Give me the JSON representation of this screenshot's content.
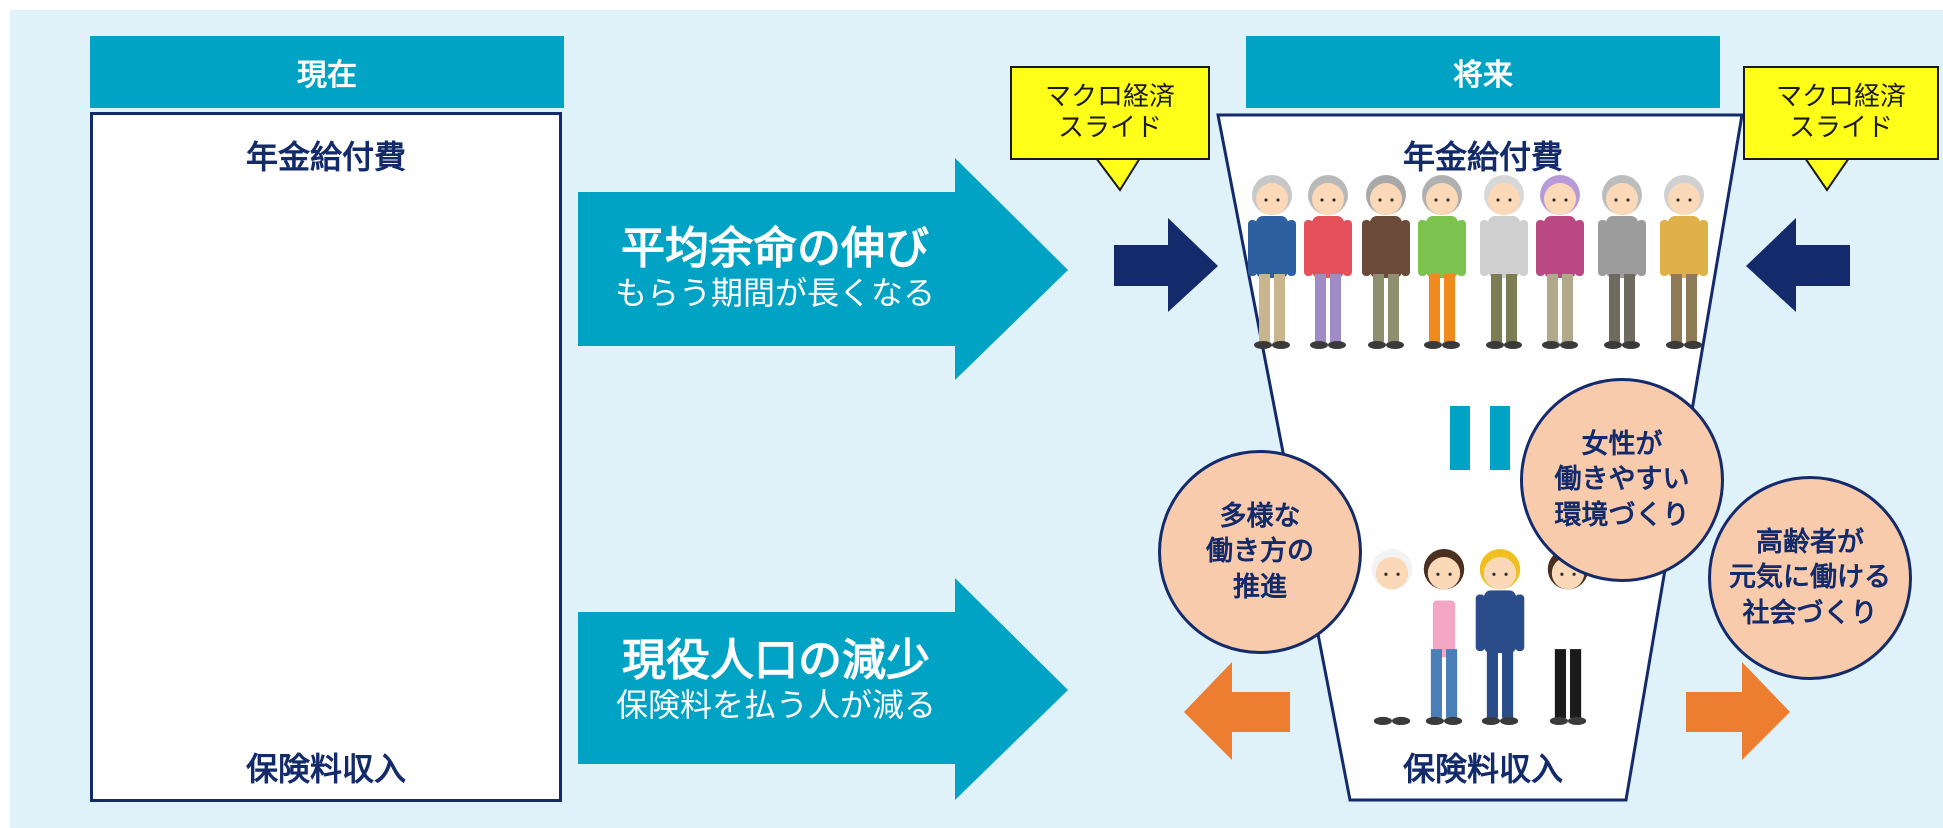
{
  "current": {
    "header": "現在",
    "top_label": "年金給付費",
    "bottom_label": "保険料収入"
  },
  "future": {
    "header": "将来",
    "top_label": "年金給付費",
    "bottom_label": "保険料収入"
  },
  "arrow_top": {
    "main": "平均余命の伸び",
    "sub": "もらう期間が長くなる"
  },
  "arrow_bottom": {
    "main": "現役人口の減少",
    "sub": "保険料を払う人が減る"
  },
  "notes": {
    "left": [
      "マクロ経済",
      "スライド"
    ],
    "right": [
      "マクロ経済",
      "スライド"
    ]
  },
  "circles": {
    "diverse": [
      "多様な",
      "働き方の",
      "推進"
    ],
    "women": [
      "女性が",
      "働きやすい",
      "環境づくり"
    ],
    "elderly": [
      "高齢者が",
      "元気に働ける",
      "社会づくり"
    ]
  },
  "colors": {
    "background": "#dff2f9",
    "header": "#00a3c4",
    "navy": "#132a6b",
    "orange": "#ed7d31",
    "note_yellow": "#ffff1a",
    "circle_fill": "#f8cbad"
  }
}
